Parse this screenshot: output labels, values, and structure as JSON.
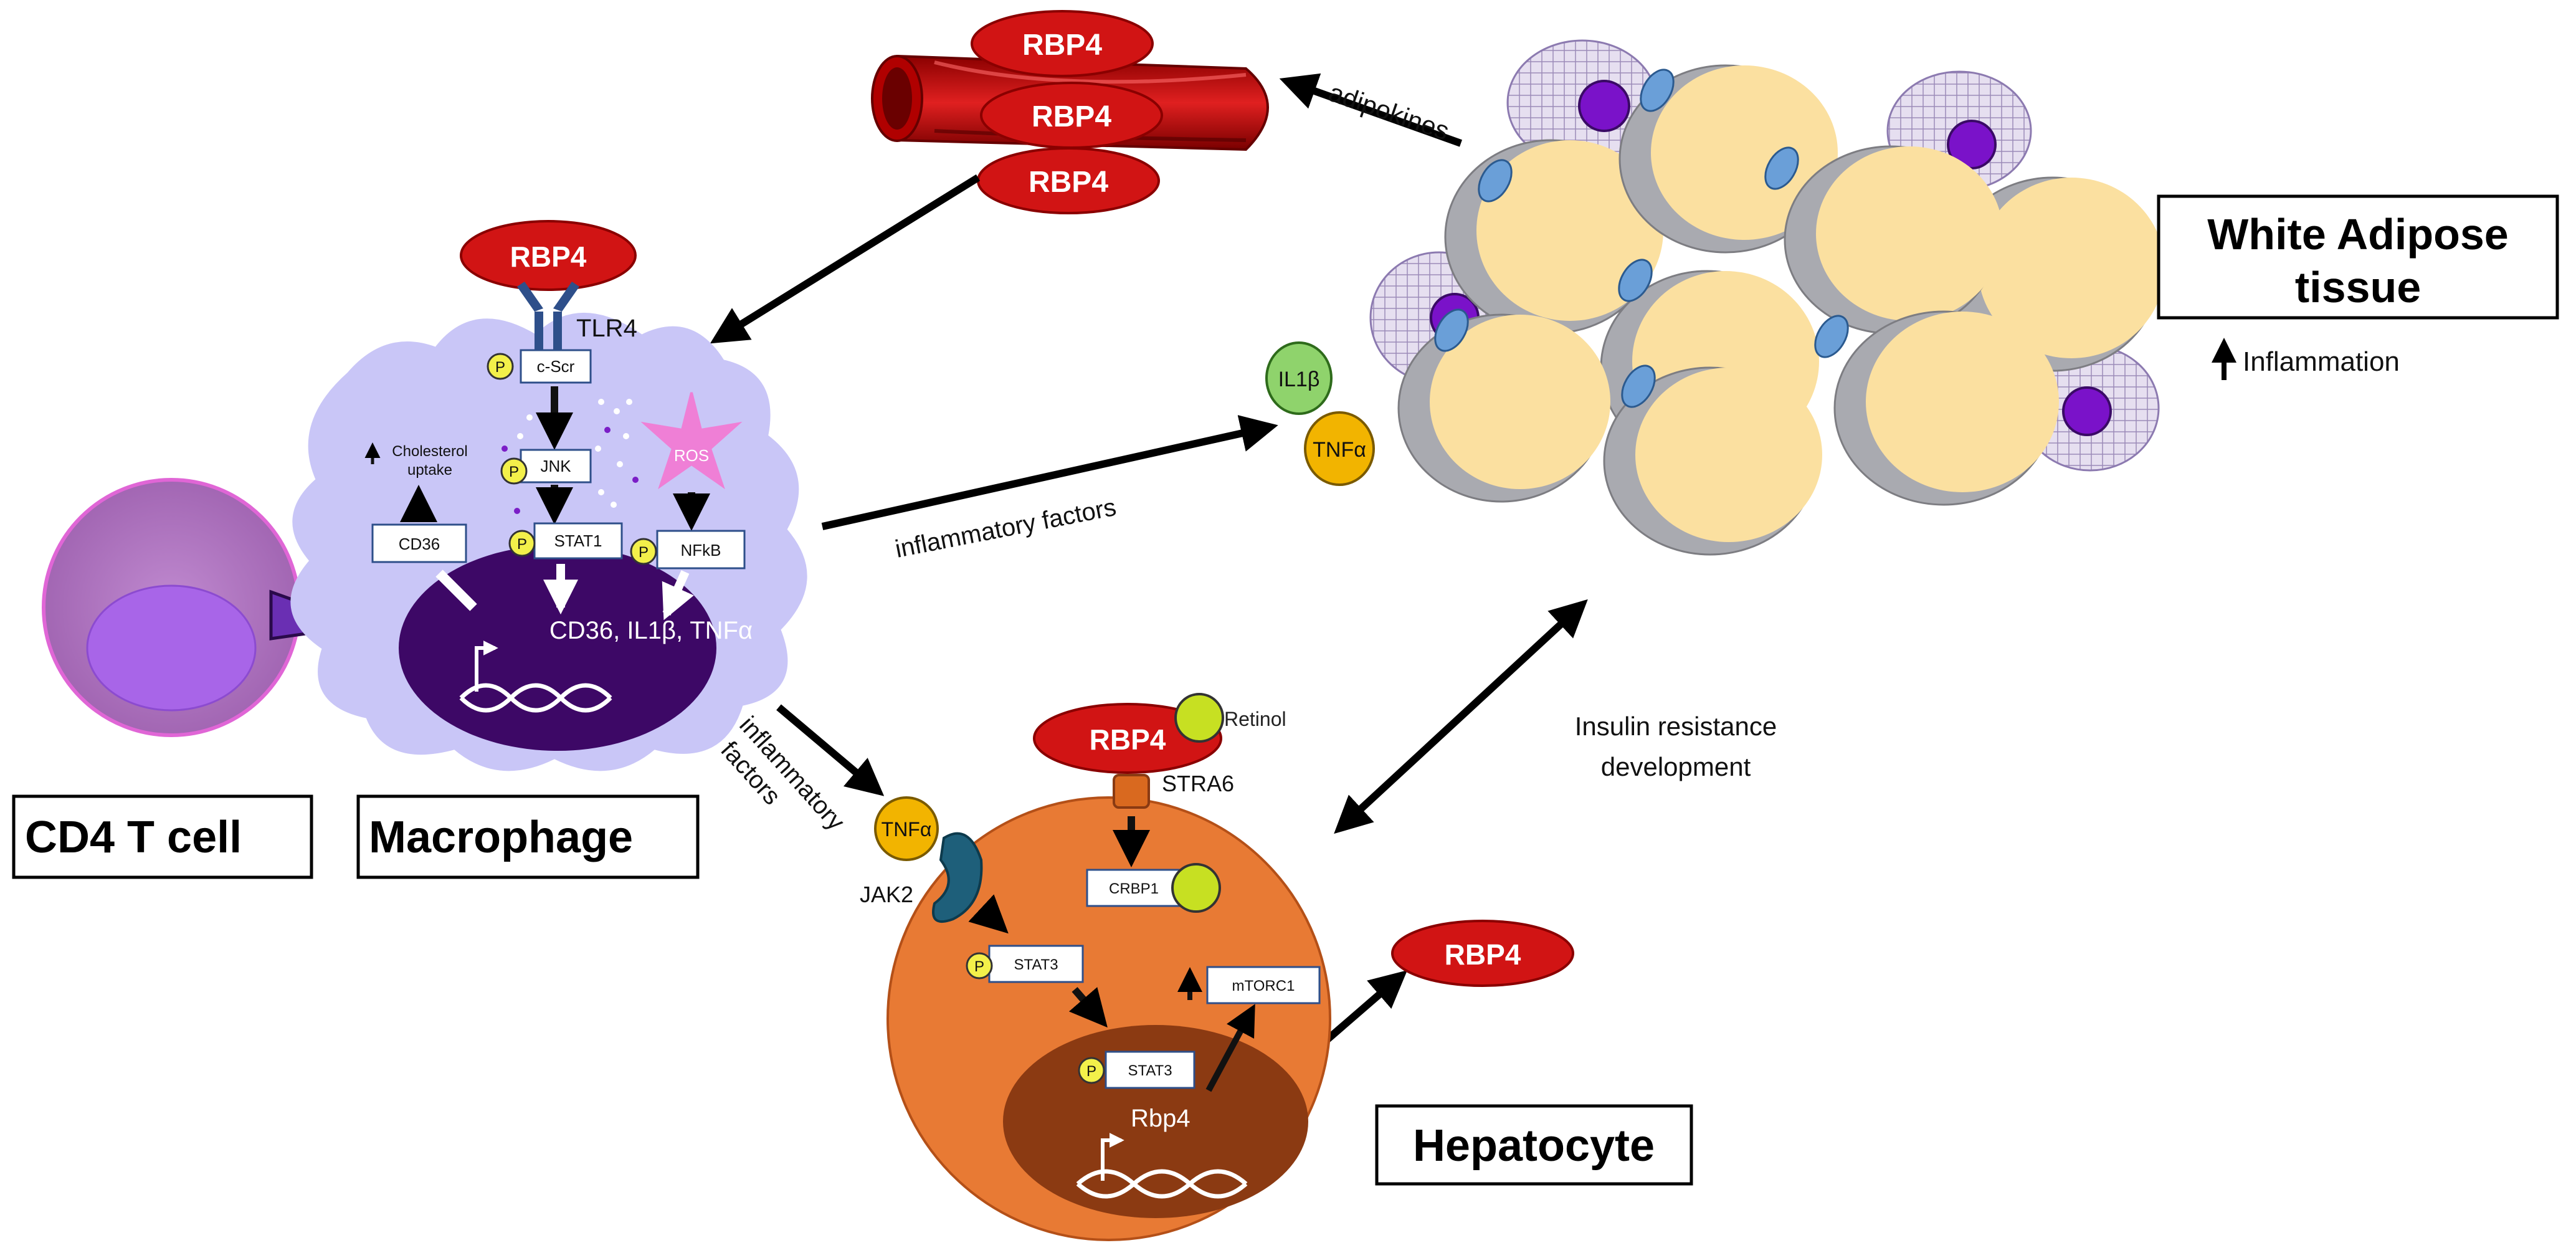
{
  "blood_vessel": {
    "rbp4_top": "RBP4",
    "rbp4_mid": "RBP4",
    "rbp4_bot": "RBP4"
  },
  "labels": {
    "adipokines": "adipokines",
    "inflammatory_factors": "inflammatory factors",
    "inflammatory_factors_diag_1": "inflammatory",
    "inflammatory_factors_diag_2": "factors",
    "insulin_resistance_1": "Insulin resistance",
    "insulin_resistance_2": "development",
    "inflammation": "Inflammation"
  },
  "cytokines": {
    "il1b": "IL1β",
    "tnfa": "TNFα"
  },
  "macrophage": {
    "rbp4": "RBP4",
    "tlr4": "TLR4",
    "csrc": "c-Scr",
    "jnk": "JNK",
    "stat1": "STAT1",
    "nfkb": "NFkB",
    "cd36": "CD36",
    "ros": "ROS",
    "chol_1": "Cholesterol",
    "chol_2": "uptake",
    "nucleus_genes": "CD36, IL1β, TNFα",
    "p": "P"
  },
  "hepatocyte": {
    "rbp4_in": "RBP4",
    "retinol": "Retinol",
    "stra6": "STRA6",
    "crbp1": "CRBP1",
    "tnfa": "TNFα",
    "jak2": "JAK2",
    "stat3": "STAT3",
    "stat3_nuc": "STAT3",
    "mtorc1": "mTORC1",
    "gene": "Rbp4",
    "rbp4_out": "RBP4",
    "p": "P"
  },
  "boxes": {
    "cd4": "CD4 T cell",
    "macrophage": "Macrophage",
    "hepatocyte": "Hepatocyte",
    "wat_1": "White Adipose",
    "wat_2": "tissue"
  },
  "colors": {
    "rbp4_red": "#cc1111",
    "macrophage_fill": "#c9c6f5",
    "nucleus": "#3b0a5c",
    "hepatocyte": "#e87a34",
    "hep_nucleus": "#8a3a12",
    "adipocyte": "#fbe0a0",
    "tnfa": "#f2b400",
    "il1b": "#8cd46a",
    "cd4": "#b275bf"
  }
}
